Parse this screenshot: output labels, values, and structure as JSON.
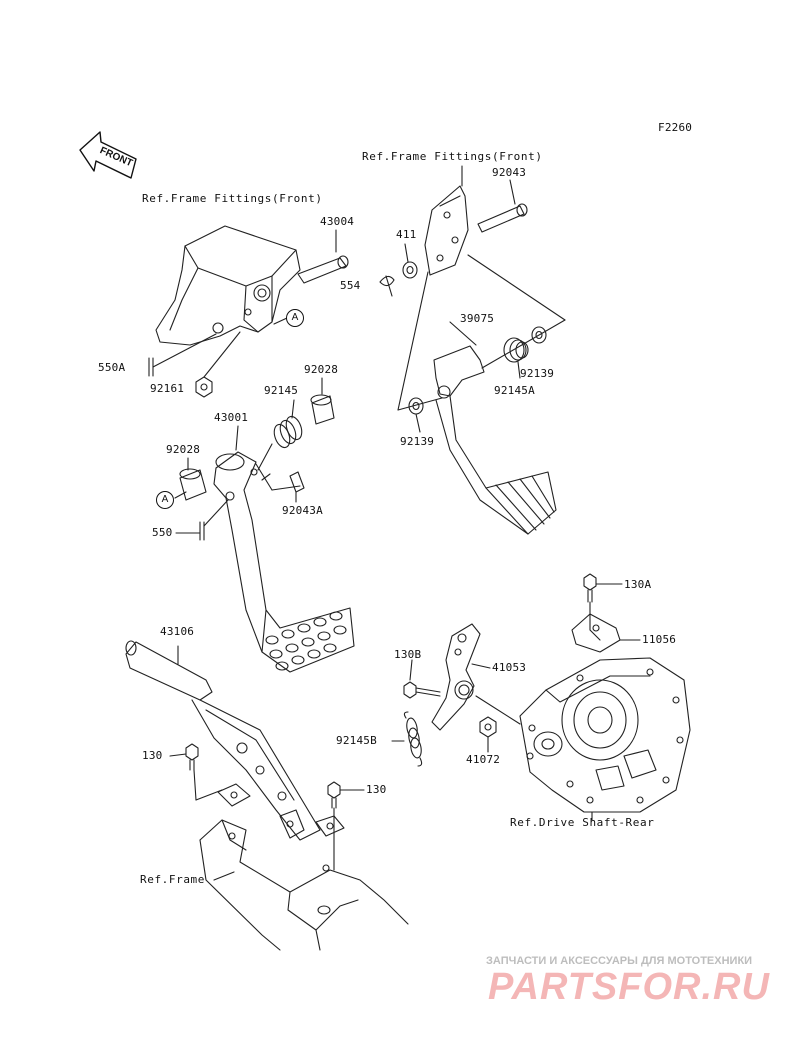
{
  "diagram": {
    "figure_code": "F2260",
    "front_arrow_text": "FRONT",
    "references": {
      "frame_fittings_left": "Ref.Frame Fittings(Front)",
      "frame_fittings_right": "Ref.Frame Fittings(Front)",
      "drive_shaft": "Ref.Drive Shaft-Rear",
      "frame": "Ref.Frame"
    },
    "parts": {
      "p43004": "43004",
      "p411": "411",
      "p92043": "92043",
      "p554": "554",
      "p550A": "550A",
      "p92161": "92161",
      "p39075": "39075",
      "p92145A": "92145A",
      "p92139_right": "92139",
      "p92139_left": "92139",
      "p92028_top": "92028",
      "p92145": "92145",
      "p43001": "43001",
      "p92028_left": "92028",
      "p92043A": "92043A",
      "p550": "550",
      "p130A": "130A",
      "p11056": "11056",
      "p43106": "43106",
      "p130B": "130B",
      "p41053": "41053",
      "p92145B": "92145B",
      "p41072": "41072",
      "p130_left": "130",
      "p130_right": "130"
    },
    "callouts": {
      "a_upper": "A",
      "a_lower": "A"
    }
  },
  "watermark": {
    "caption": "ЗАПЧАСТИ И АКСЕССУАРЫ ДЛЯ МОТОТЕХНИКИ",
    "logo": "PARTSFOR.RU"
  }
}
